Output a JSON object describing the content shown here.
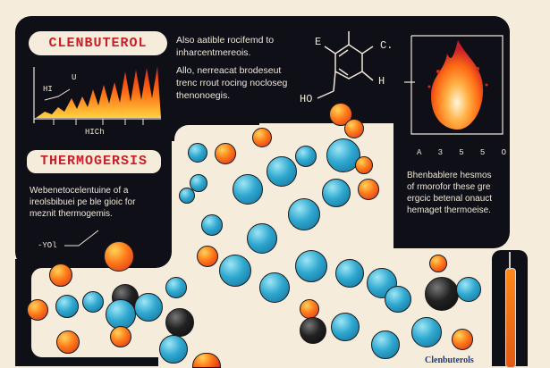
{
  "title": {
    "clenbuterol": "CLENBUTEROL",
    "thermogenesis": "THERMOGERSIS"
  },
  "top_text": {
    "line1": "Also aatible rocifemd to",
    "line2": "inharcentmereois.",
    "line3": "Allo, nerreacat brodeseut",
    "line4": "trenc rrout rocing nocloseg",
    "line5": "thenonoegis."
  },
  "flame_chart": {
    "label_high": "HICh",
    "label_h": "HI",
    "label_u": "U"
  },
  "structure": {
    "labels": [
      "E",
      "C.",
      "HO",
      "H"
    ]
  },
  "right_chart": {
    "x_ticks": [
      "A",
      "3",
      "5",
      "5",
      "O"
    ]
  },
  "right_text": {
    "line1": "Bhenbablere hesmos",
    "line2": "of rmorofor these gre",
    "line3": "ergcic betenal onauct",
    "line4": "hemaget thermoeise."
  },
  "left_text": {
    "line1": "Webenetocelentuine of a",
    "line2": "ireolsbibuei pe ble gioic  for",
    "line3": "meznit thermogemis.",
    "formula": "-YOl"
  },
  "bottom_label": "Clenbuterols",
  "colors": {
    "background": "#f6ecdc",
    "panel": "#0f0f18",
    "accent_red": "#c8202a",
    "atom_blue": "#2fa8d0",
    "atom_orange": "#ff7a1a"
  }
}
